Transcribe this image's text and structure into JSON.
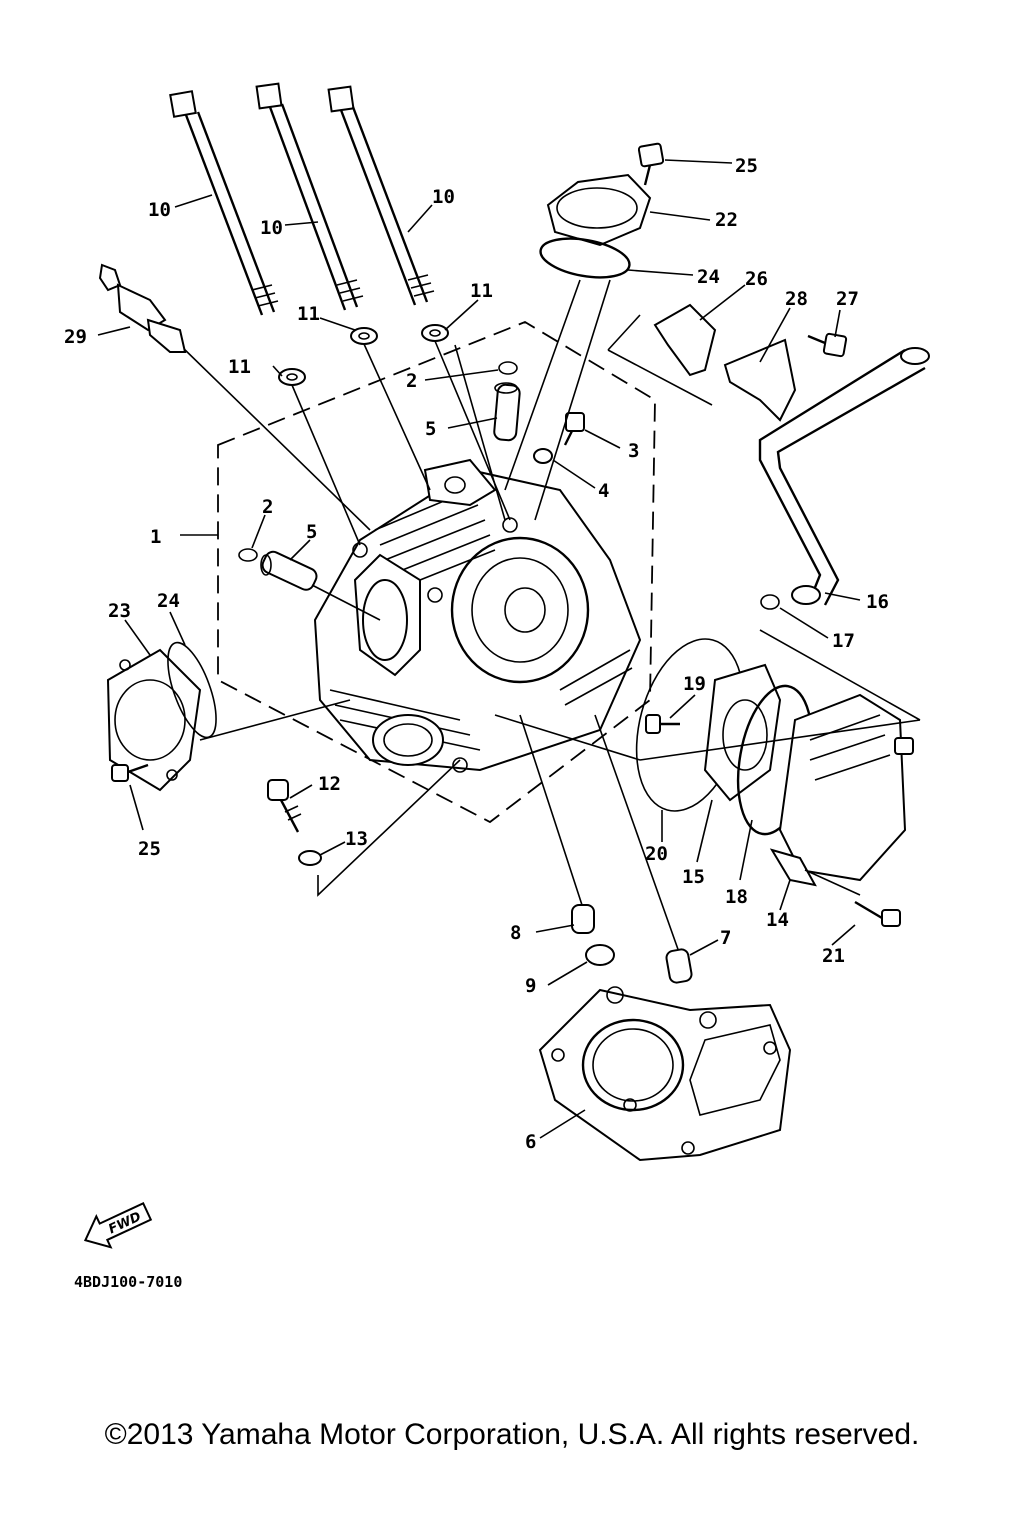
{
  "diagram": {
    "diagram_code": "4BDJ100-7010",
    "fwd_label": "FWD",
    "callouts": {
      "c1": "1",
      "c2a": "2",
      "c2b": "2",
      "c3": "3",
      "c4": "4",
      "c5a": "5",
      "c5b": "5",
      "c6": "6",
      "c7": "7",
      "c8": "8",
      "c9": "9",
      "c10a": "10",
      "c10b": "10",
      "c10c": "10",
      "c11a": "11",
      "c11b": "11",
      "c11c": "11",
      "c12": "12",
      "c13": "13",
      "c14": "14",
      "c15": "15",
      "c16": "16",
      "c17": "17",
      "c18": "18",
      "c19": "19",
      "c20": "20",
      "c21": "21",
      "c22": "22",
      "c23": "23",
      "c24a": "24",
      "c24b": "24",
      "c25a": "25",
      "c25b": "25",
      "c26": "26",
      "c27": "27",
      "c28": "28",
      "c29": "29"
    }
  },
  "footer": {
    "copyright": "©2013 Yamaha Motor Corporation, U.S.A. All rights reserved."
  }
}
